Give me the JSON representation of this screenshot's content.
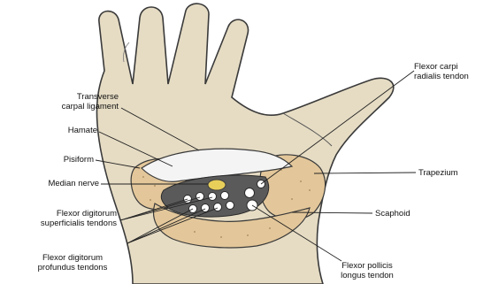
{
  "labels": {
    "transverse_carpal_ligament": [
      "Transverse",
      "carpal ligament"
    ],
    "hamate": "Hamate",
    "pisiform": "Pisiform",
    "median_nerve": "Median nerve",
    "flexor_digitorum_superficialis": [
      "Flexor digitorum",
      "superficialis tendons"
    ],
    "flexor_digitorum_profundus": [
      "Flexor digitorum",
      "profundus tendons"
    ],
    "flexor_carpi_radialis": [
      "Flexor carpi",
      "radialis tendon"
    ],
    "trapezium": "Trapezium",
    "scaphoid": "Scaphoid",
    "flexor_pollicis_longus": [
      "Flexor pollicis",
      "longus tendon"
    ]
  },
  "colors": {
    "skin": "#e6dcc4",
    "bone": "#e3c79a",
    "nerve": "#e8cf5a",
    "ligament": "#f4f4f4",
    "outline": "#3a3a3a"
  }
}
